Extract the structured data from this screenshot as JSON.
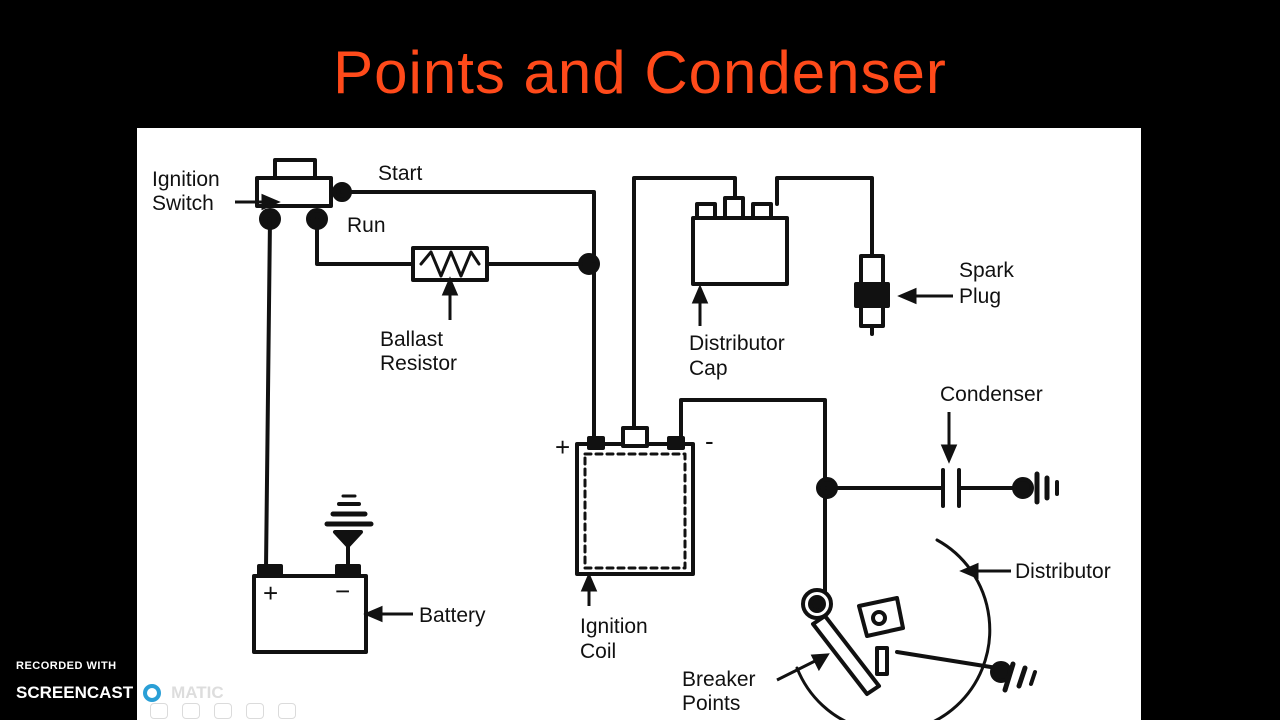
{
  "title": "Points and Condenser",
  "labels": {
    "ignition_switch_1": "Ignition",
    "ignition_switch_2": "Switch",
    "start": "Start",
    "run": "Run",
    "ballast_1": "Ballast",
    "ballast_2": "Resistor",
    "distributor_cap_1": "Distributor",
    "distributor_cap_2": "Cap",
    "spark_plug_1": "Spark",
    "spark_plug_2": "Plug",
    "condenser": "Condenser",
    "distributor": "Distributor",
    "battery": "Battery",
    "ignition_coil_1": "Ignition",
    "ignition_coil_2": "Coil",
    "breaker_points_1": "Breaker",
    "breaker_points_2": "Points",
    "battery_plus": "+",
    "battery_minus": "−",
    "coil_plus": "+",
    "coil_minus": "-"
  },
  "watermark": {
    "recorded_with": "RECORDED WITH",
    "brand": "SCREENCAST",
    "suffix": "MATIC"
  },
  "colors": {
    "title": "#ff4a1a",
    "background": "#000000",
    "panel": "#ffffff",
    "ink": "#111111",
    "logo_ring": "#2a9fd6"
  }
}
